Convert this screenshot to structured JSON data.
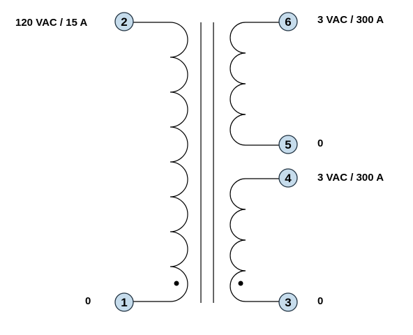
{
  "primary": {
    "rating": "120 VAC / 15 A",
    "terminal_start": "2",
    "terminal_end": "1",
    "end_label": "0"
  },
  "secondary_1": {
    "rating": "3 VAC / 300 A",
    "terminal_start": "6",
    "terminal_end": "5",
    "end_label": "0"
  },
  "secondary_2": {
    "rating": "3 VAC / 300 A",
    "terminal_start": "4",
    "terminal_end": "3",
    "end_label": "0"
  },
  "colors": {
    "terminal_fill": "#c6dcec",
    "terminal_stroke": "#1f3140",
    "wire": "#000000"
  }
}
